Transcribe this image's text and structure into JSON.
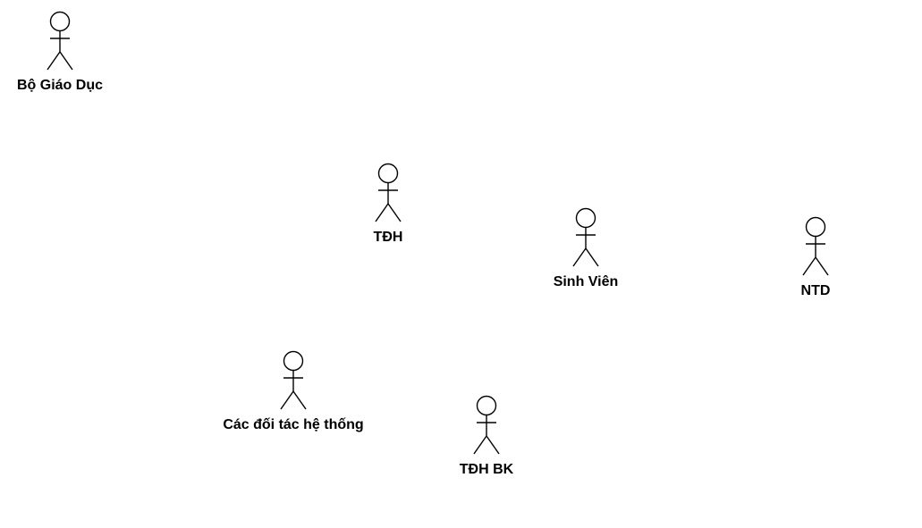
{
  "actors": [
    {
      "name": "Bộ Giáo Dục"
    },
    {
      "name": "TĐH"
    },
    {
      "name": "Sinh Viên"
    },
    {
      "name": "NTD"
    },
    {
      "name": "Các đối tác hệ thống"
    },
    {
      "name": "TĐH BK"
    }
  ]
}
